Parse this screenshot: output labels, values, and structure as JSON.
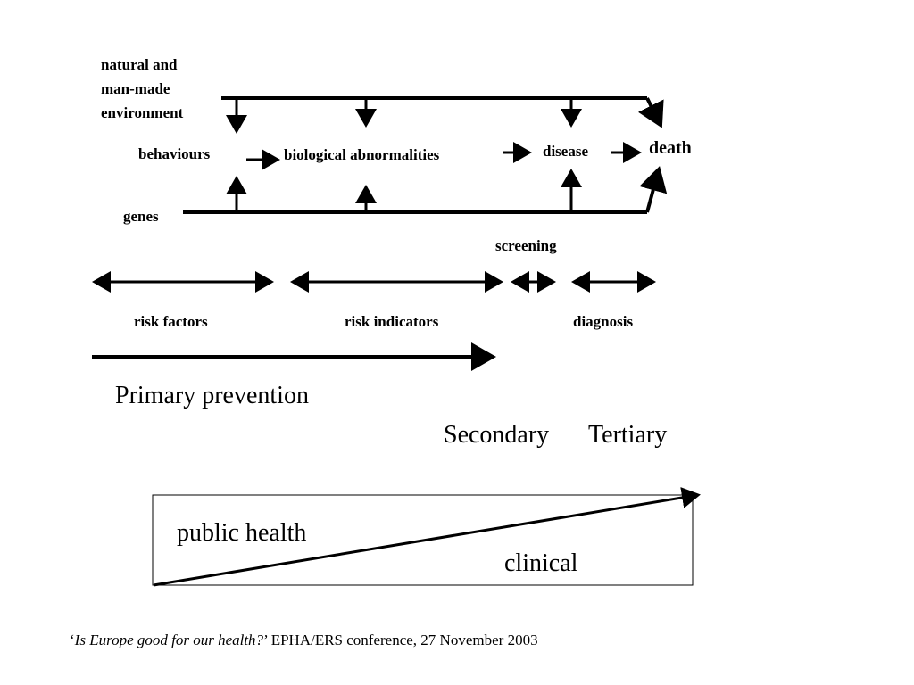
{
  "environment_lines": [
    "natural and",
    "man-made",
    "environment"
  ],
  "nodes": {
    "behaviours": "behaviours",
    "biological": "biological abnormalities",
    "disease": "disease",
    "death": "death",
    "genes": "genes",
    "screening": "screening"
  },
  "ranges": {
    "risk_factors": "risk factors",
    "risk_indicators": "risk indicators",
    "diagnosis": "diagnosis"
  },
  "prevention": {
    "primary": "Primary prevention",
    "secondary": "Secondary",
    "tertiary": "Tertiary"
  },
  "wedge": {
    "public_health": "public health",
    "clinical": "clinical"
  },
  "footer": {
    "open_quote": "‘",
    "title": "Is Europe good for our health?",
    "close_quote": "’",
    "rest": " EPHA/ERS conference, 27 November 2003"
  }
}
